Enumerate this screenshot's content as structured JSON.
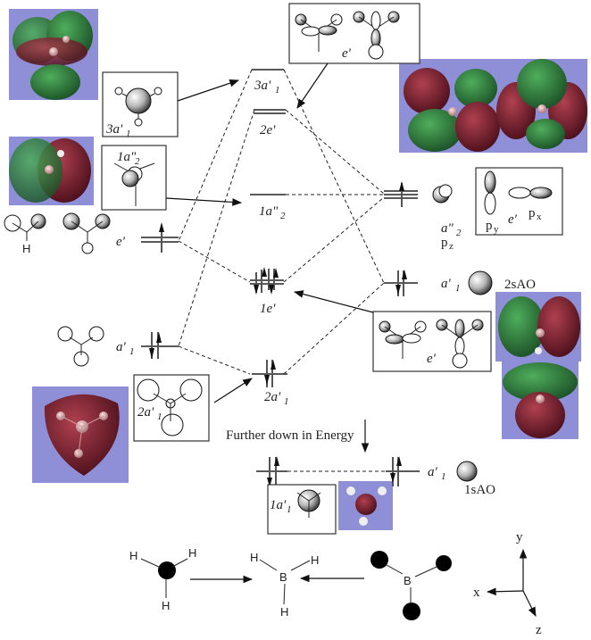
{
  "diagram": {
    "title": "BH3 molecular orbital diagram",
    "levels": {
      "mo_3a1": {
        "label": "3a'",
        "sub": "1"
      },
      "mo_2e": {
        "label": "2e'"
      },
      "mo_1a2": {
        "label": "1a\"",
        "sub": "2"
      },
      "mo_1e": {
        "label": "1e'"
      },
      "mo_2a1": {
        "label": "2a'",
        "sub": "1"
      },
      "mo_1a1": {
        "label": "1a'",
        "sub": "1"
      }
    },
    "ligand_levels": {
      "e": {
        "label": "e'"
      },
      "a1": {
        "label": "a'",
        "sub": "1"
      }
    },
    "boron_levels": {
      "a2": {
        "label": "a\"",
        "sub": "2",
        "orbital": "p",
        "orbital_sub": "z"
      },
      "a1": {
        "label": "a'",
        "sub": "1",
        "orbital": "2sAO"
      },
      "core_a1": {
        "label": "a'",
        "sub": "1",
        "orbital": "1sAO"
      }
    },
    "boxes": {
      "box_3a1": {
        "label": "3a'",
        "sub": "1"
      },
      "box_1a2": {
        "label": "1a\"",
        "sub": "2"
      },
      "box_top_e": {
        "label": "e'"
      },
      "box_p": {
        "label": "e'",
        "py": "p",
        "py_sub": "y",
        "px": "p",
        "px_sub": "x"
      },
      "box_mid_e": {
        "label": "e'"
      },
      "box_2a1": {
        "label": "2a'",
        "sub": "1"
      },
      "box_1a1": {
        "label": "1a'",
        "sub": "1"
      }
    },
    "ligand_h_label": "H",
    "note": "Further down in Energy",
    "reaction": {
      "h_labels": [
        "H",
        "H",
        "H"
      ],
      "product_labels": {
        "b": "B",
        "h1": "H",
        "h2": "H",
        "h3": "H"
      },
      "boron_label": "B"
    },
    "axes": {
      "x": "x",
      "y": "y",
      "z": "z"
    }
  },
  "colors": {
    "render_bg": "#8f8fd8",
    "lobe_green": "#2e7a3a",
    "lobe_red": "#7a1c2c"
  }
}
